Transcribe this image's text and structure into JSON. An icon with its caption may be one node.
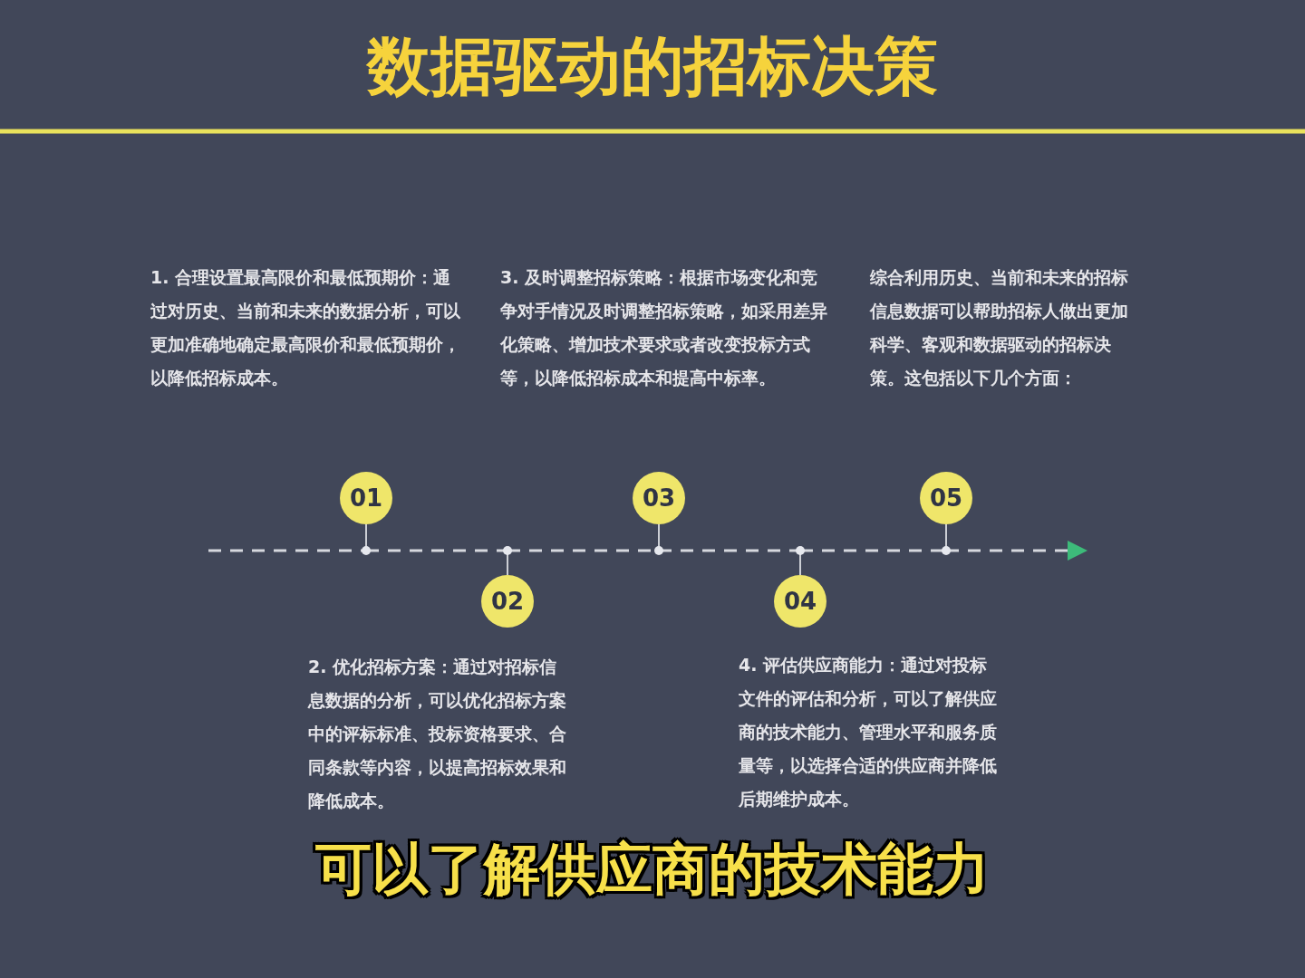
{
  "diagram": {
    "title": "数据驱动的招标决策",
    "caption": "可以了解供应商的技术能力",
    "nodes": [
      {
        "text": [
          "01"
        ]
      },
      {
        "text": [
          "02"
        ]
      },
      {
        "text": [
          "03"
        ]
      },
      {
        "text": [
          "04"
        ]
      },
      {
        "text": [
          "05"
        ]
      }
    ],
    "edges": [
      {
        "from": null,
        "to": 0,
        "arrow": "none",
        "style": "dashed"
      },
      {
        "from": 0,
        "to": 1,
        "arrow": "none",
        "style": "dashed"
      },
      {
        "from": 1,
        "to": 2,
        "arrow": "none",
        "style": "dashed"
      },
      {
        "from": 2,
        "to": 3,
        "arrow": "none",
        "style": "dashed"
      },
      {
        "from": 3,
        "to": 4,
        "arrow": "none",
        "style": "dashed"
      },
      {
        "from": 4,
        "to": null,
        "arrow": "to",
        "style": "dashed"
      }
    ],
    "labels": [
      "1. 合理设置最高限价和最低预期价：通过对历史、当前和未来的数据分析，可以更加准确地确定最高限价和最低预期价，以降低招标成本。",
      "3. 及时调整招标策略：根据市场变化和竞争对手情况及时调整招标策略，如采用差异化策略、增加技术要求或者改变投标方式等，以降低招标成本和提高中标率。",
      "综合利用历史、当前和未来的招标信息数据可以帮助招标人做出更加科学、客观和数据驱动的招标决策。这包括以下几个方面：",
      "2. 优化招标方案：通过对招标信息数据的分析，可以优化招标方案中的评标标准、投标资格要求、合同条款等内容，以提高招标效果和降低成本。",
      "4. 评估供应商能力：通过对投标文件的评估和分析，可以了解供应商的技术能力、管理水平和服务质量等，以选择合适的供应商并降低后期维护成本。"
    ]
  }
}
